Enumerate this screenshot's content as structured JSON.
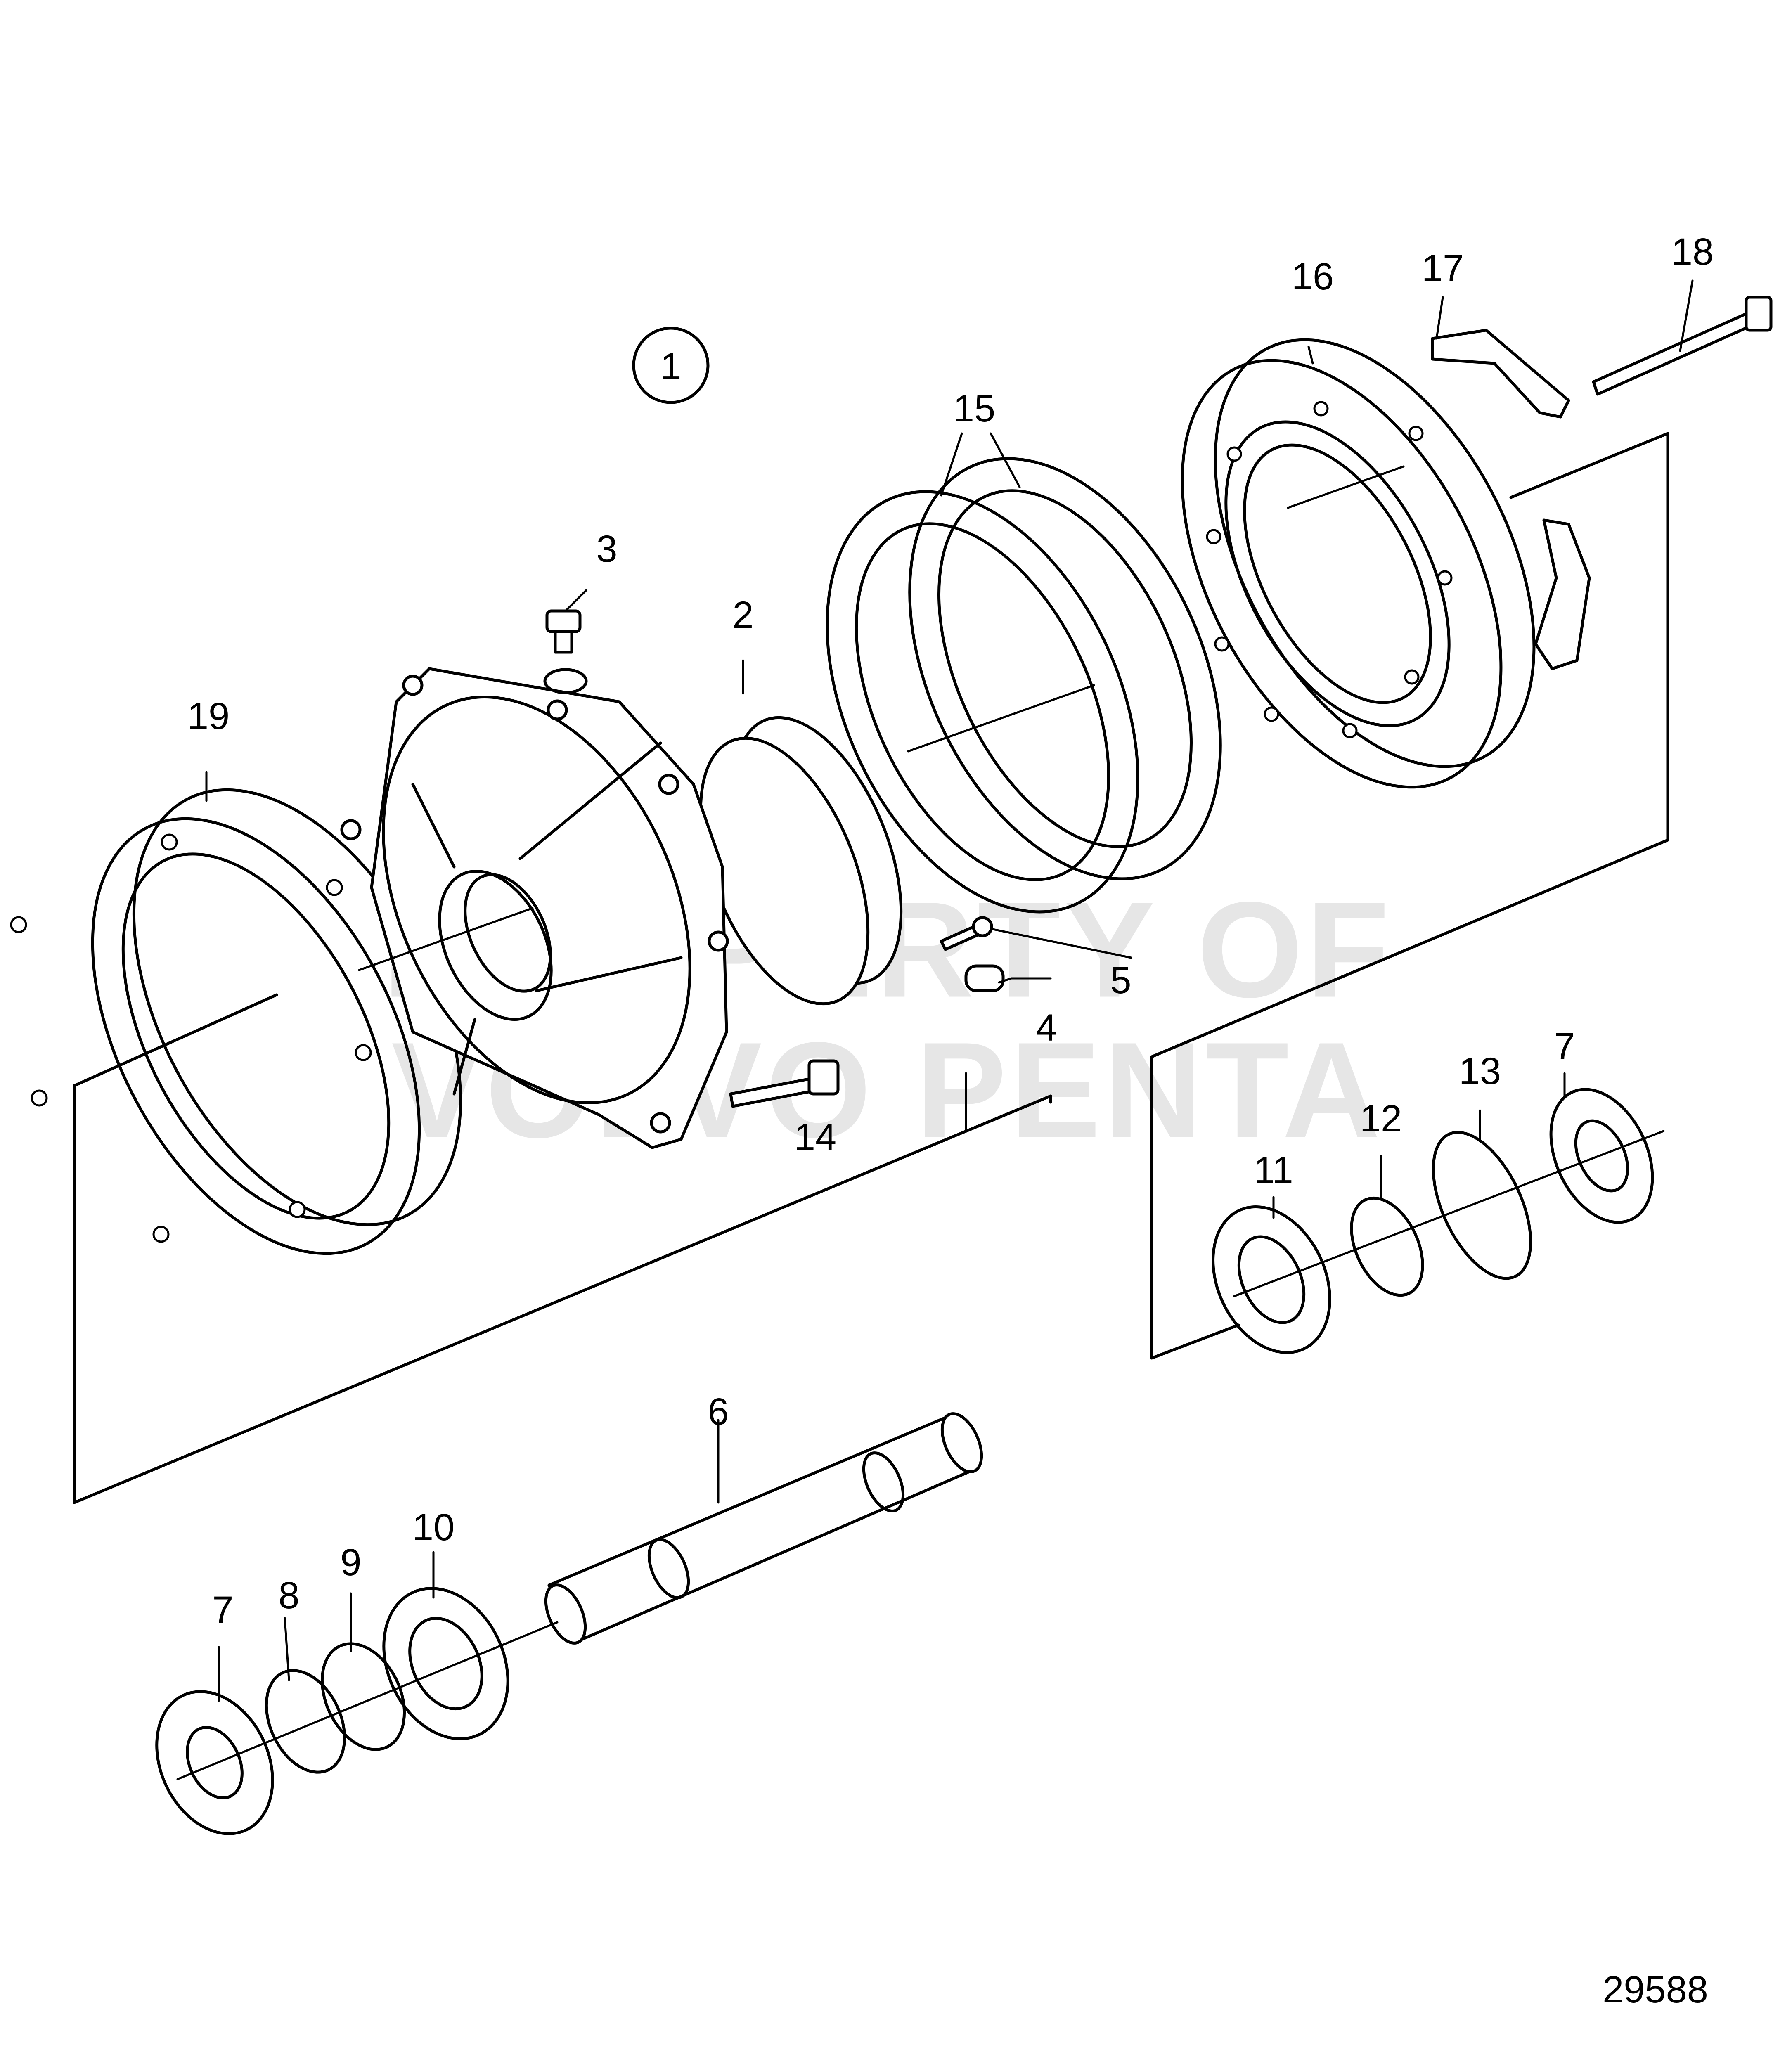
{
  "diagram": {
    "group_marker": "1",
    "drawing_number": "29588",
    "watermark": [
      "PROPERTY OF",
      "VOLVO PENTA"
    ],
    "callouts": [
      "2",
      "3",
      "4",
      "5",
      "6",
      "7",
      "7",
      "8",
      "9",
      "10",
      "11",
      "12",
      "13",
      "14",
      "15",
      "16",
      "17",
      "18",
      "19"
    ]
  }
}
